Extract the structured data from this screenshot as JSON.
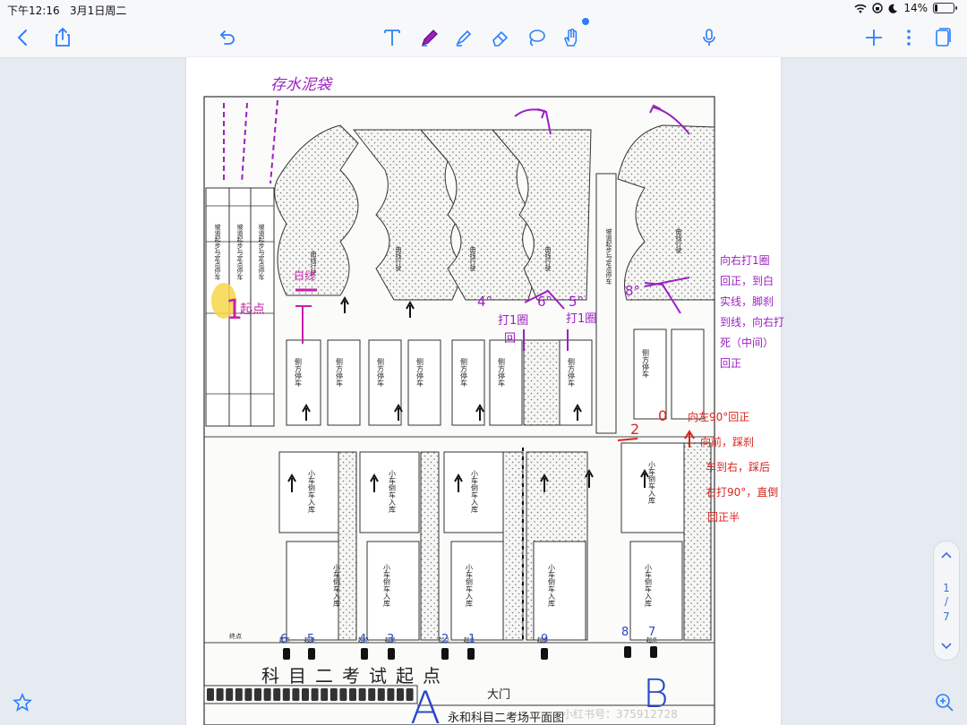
{
  "status_bar": {
    "time": "下午12:16",
    "date": "3月1日周二",
    "battery": "14%",
    "battery_level": 0.14
  },
  "toolbar": {
    "left_icons": [
      "chevron-left-icon",
      "share-icon"
    ],
    "center_icons": [
      "undo-icon",
      "text-tool-icon",
      "pen-tool-icon",
      "highlighter-tool-icon",
      "eraser-tool-icon",
      "lasso-tool-icon",
      "hand-tool-icon",
      "microphone-icon"
    ],
    "right_icons": [
      "plus-icon",
      "more-icon",
      "pages-icon"
    ],
    "accent": "#2d7ff9"
  },
  "pager": {
    "current": "1",
    "slash": "/",
    "total": "7"
  },
  "document": {
    "section_title": "科目二考试起点",
    "gate_label": "大门",
    "footer_caption": "永和科目二考场平面图",
    "watermark": "小红书号：375912728",
    "start_point_label": "终点",
    "start_labels": [
      "起点",
      "起点",
      "起点",
      "起点",
      "起点",
      "起点",
      "起点",
      "起点"
    ],
    "parking_side_label": "侧方停车",
    "reverse_parking_label": "小车倒车入库",
    "curve_label": "曲线行驶",
    "slope_label": "坡道起步与定点停车"
  },
  "annotations": {
    "top_note": "存水泥袋",
    "mark_1": "1",
    "mark_1_suffix": "起点",
    "line_note": "白线",
    "numbers_bottom": [
      "6",
      "5",
      "4",
      "3",
      "2",
      "1",
      "9",
      "8",
      "7"
    ],
    "letter_a": "A",
    "letter_b": "B",
    "notes_purple": [
      "4°",
      "5°",
      "6°",
      "打1圈",
      "回",
      "打1圈",
      "8°"
    ],
    "notes_purple_right": "向右打1圈\n回正，到白\n实线，脚刹\n到线，向右打\n死（中间）\n回正",
    "notes_red_marks": [
      "2",
      "0"
    ],
    "notes_red": "向左90°回正\n向前，踩刹\n车到右，踩后\n右打90°，直倒\n回正半",
    "colors": {
      "purple": "#9c1fc4",
      "blue": "#2b48c9",
      "red": "#d7261e",
      "yellow": "#f6d64a"
    }
  }
}
